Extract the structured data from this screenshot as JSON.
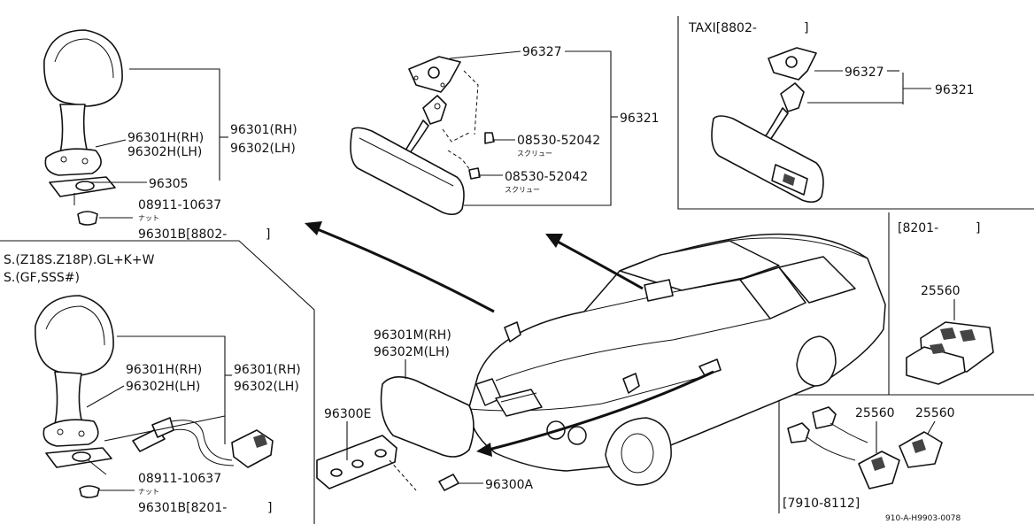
{
  "top_left": {
    "outer_mirror_rh": "96301H(RH)",
    "outer_mirror_lh": "96302H(LH)",
    "assy_rh": "96301(RH)",
    "assy_lh": "96302(LH)",
    "gasket": "96305",
    "nut_part": "08911-10637",
    "nut_label": "ナット",
    "variant": "96301B[8802-",
    "variant_close": "]"
  },
  "inner_mirror": {
    "bracket": "96327",
    "assy": "96321",
    "screw1": "08530-52042",
    "screw1_label": "スクリュー",
    "screw2": "08530-52042",
    "screw2_label": "スクリュー"
  },
  "taxi_box": {
    "title": "TAXI[8802-",
    "title_close": "]",
    "bracket": "96327",
    "assy": "96321"
  },
  "bottom_left": {
    "spec_line1": "S.(Z18S.Z18P).GL+K+W",
    "spec_line2": "S.(GF,SSS#)",
    "outer_mirror_rh": "96301H(RH)",
    "outer_mirror_lh": "96302H(LH)",
    "assy_rh": "96301(RH)",
    "assy_lh": "96302(LH)",
    "nut_part": "08911-10637",
    "nut_label": "ナット",
    "variant": "96301B[8201-",
    "variant_close": "]"
  },
  "fender_mirror": {
    "rh": "96301M(RH)",
    "lh": "96302M(LH)",
    "base": "96300E",
    "screw": "96300A"
  },
  "switch_box": {
    "title": "[8201-",
    "title_close": "]",
    "part": "25560"
  },
  "switch_box2": {
    "part_a": "25560",
    "part_b": "25560",
    "range": "[7910-8112]"
  },
  "diagram_code": "910-A-H9903-0078"
}
